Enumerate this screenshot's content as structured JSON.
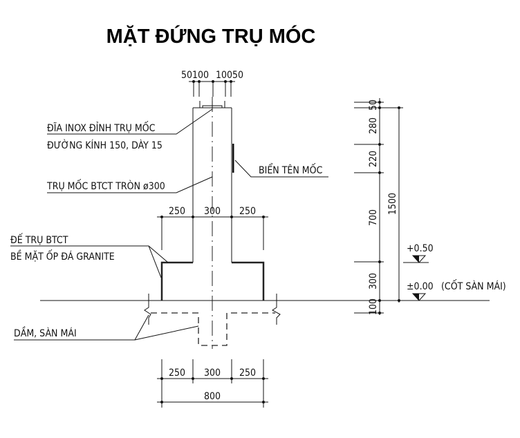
{
  "title": "MẶT ĐỨNG TRỤ MÓC",
  "labels": {
    "plate_line1": "ĐĨA INOX ĐỈNH TRỤ MỐC",
    "plate_line2": "ĐƯỜNG KÍNH 150, DÀY 15",
    "column": "TRỤ MỐC BTCT TRÒN ø300",
    "sign": "BIỂN TÊN MỐC",
    "base_line1": "ĐẾ TRỤ BTCT",
    "base_line2": "BỀ MẶT ỐP ĐÁ GRANITE",
    "beam": "DẦM, SÀN MÁI"
  },
  "top_dims": {
    "left": "50100",
    "right": "10050"
  },
  "mid_dims": [
    "250",
    "300",
    "250"
  ],
  "bottom_dims": [
    "250",
    "300",
    "250"
  ],
  "bottom_total": "800",
  "right_dims": [
    "50",
    "280",
    "220",
    "700",
    "300",
    "100"
  ],
  "right_total": "1500",
  "levels": {
    "upper": "+0.50",
    "lower": "±0.00",
    "lower_note": "(CỐT SÀN MÁI)"
  }
}
